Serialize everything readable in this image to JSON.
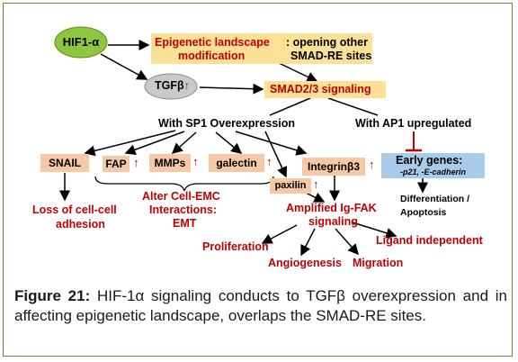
{
  "nodes": {
    "hif": "HIF1-α",
    "epigenetic_line1": "Epigenetic landscape",
    "epigenetic_line2": "modification",
    "opening_line1": ": opening other",
    "opening_line2": "SMAD-RE sites",
    "tgfb": "TGFβ",
    "smad": "SMAD2/3 signaling",
    "sp1": "With SP1 Overexpression",
    "ap1": "With AP1 upregulated",
    "snail": "SNAIL",
    "fap": "FAP",
    "mmps": "MMPs",
    "galectin": "galectin",
    "integrin": "Integrinβ3",
    "paxilin": "paxilin",
    "early_title": "Early genes:",
    "early_sub": "-p21, -E-cadherin",
    "diff_line1": "Differentiation /",
    "diff_line2": "Apoptosis",
    "loss_line1": "Loss of cell-cell",
    "loss_line2": "adhesion",
    "alter_line1": "Alter Cell-EMC",
    "alter_line2": "Interactions:",
    "alter_line3": "EMT",
    "amplified_line1": "Amplified Ig-FAK",
    "amplified_line2": "signaling",
    "proliferation": "Proliferation",
    "angiogenesis": "Angiogenesis",
    "migration": "Migration",
    "ligand": "Ligand independent",
    "up_arrow": "↑"
  },
  "caption": {
    "label": "Figure 21:",
    "text": " HIF-1α signaling conducts to TGFβ overexpression and in affecting epigenetic landscape, overlaps the SMAD-RE sites."
  },
  "colors": {
    "red": "#c00000",
    "green_node": "#8dc63f",
    "orange_box": "#f6c8a6",
    "yellow_box": "#fbe096",
    "blue_box": "#a9cbea"
  }
}
